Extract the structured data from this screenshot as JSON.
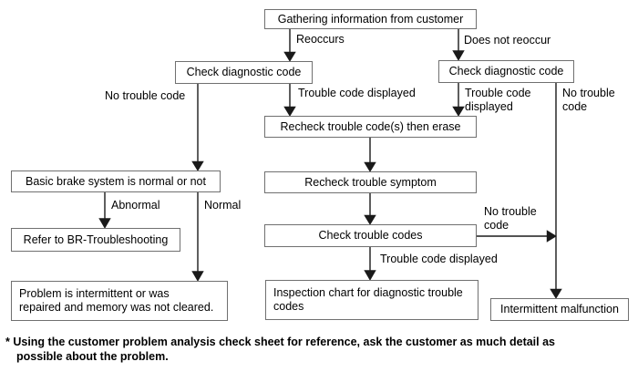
{
  "diagram": {
    "nodes": {
      "gathering": "Gathering information from customer",
      "check_diag_left": "Check diagnostic code",
      "check_diag_right": "Check diagnostic code",
      "recheck_erase": "Recheck trouble code(s) then erase",
      "recheck_symptom": "Recheck trouble symptom",
      "check_codes": "Check trouble codes",
      "inspection_chart": "Inspection chart for diagnostic trouble\ncodes",
      "basic_brake": "Basic brake system is normal or not",
      "refer_br": "Refer to BR-Troubleshooting",
      "problem_intermittent": "Problem is intermittent or was\nrepaired and memory was not cleared.",
      "intermittent_malfunction": "Intermittent malfunction"
    },
    "edge_labels": {
      "reoccurs": "Reoccurs",
      "does_not_reoccur": "Does not reoccur",
      "no_trouble_code_left": "No trouble code",
      "trouble_code_displayed_left": "Trouble code displayed",
      "trouble_code_displayed_right": "Trouble code\ndisplayed",
      "no_trouble_code_right": "No trouble\ncode",
      "no_trouble_code_mid": "No trouble\ncode",
      "trouble_code_displayed_bottom": "Trouble code displayed",
      "abnormal": "Abnormal",
      "normal": "Normal"
    },
    "footnote": {
      "line1": "* Using the customer problem analysis check sheet for reference, ask the customer as much detail as",
      "line2": "possible about the problem."
    },
    "colors": {
      "box_border": "#707070",
      "line": "#1a1a1a",
      "text": "#000000"
    }
  }
}
